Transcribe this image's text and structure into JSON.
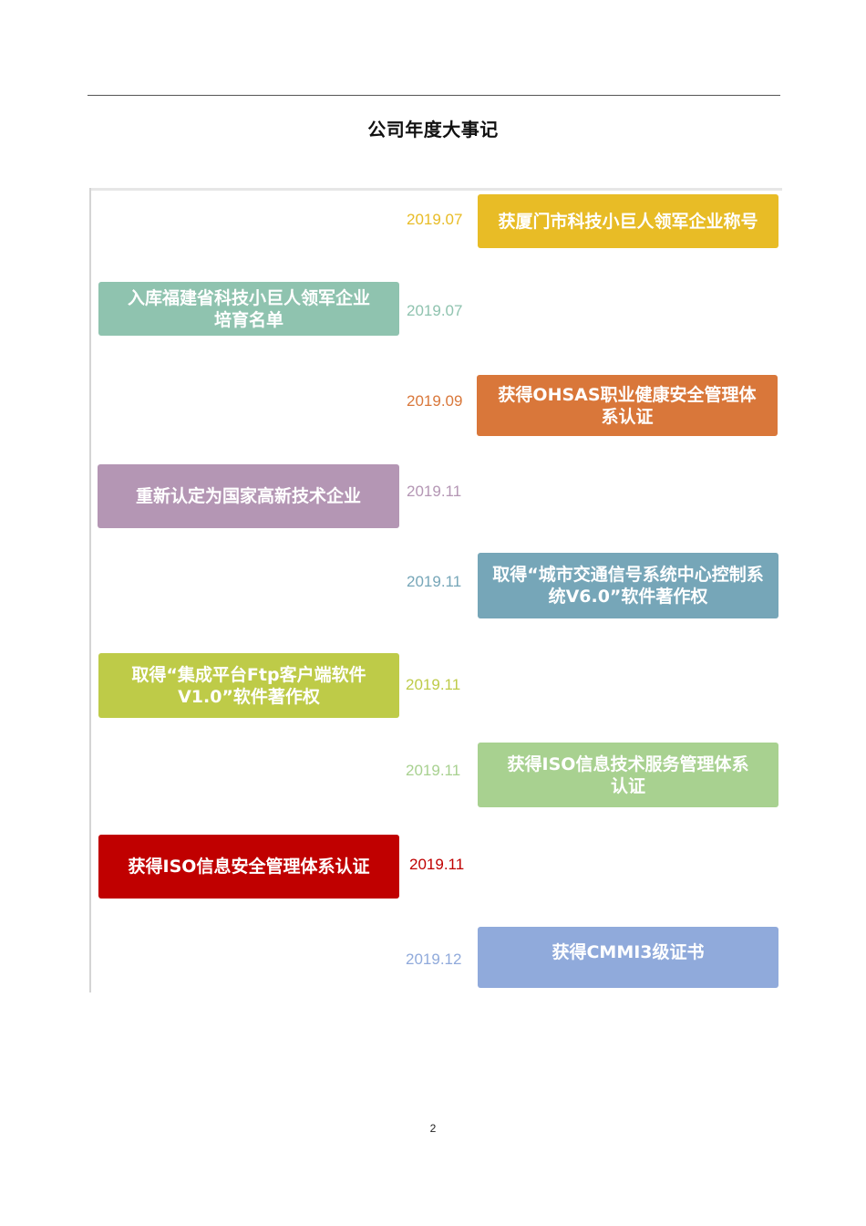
{
  "page": {
    "title": "公司年度大事记",
    "page_number": "2"
  },
  "timeline": {
    "events": [
      {
        "date": "2019.07",
        "text": "获厦门市科技小巨人领军企业称号",
        "side": "right",
        "color": "#E8BC26",
        "date_color": "#E8BC26"
      },
      {
        "date": "2019.07",
        "text": "入库福建省科技小巨人领军企业培育名单",
        "side": "left",
        "color": "#8FC3AF",
        "date_color": "#8FC3AF"
      },
      {
        "date": "2019.09",
        "text": "获得OHSAS职业健康安全管理体系认证",
        "side": "right",
        "color": "#D9773A",
        "date_color": "#D9773A"
      },
      {
        "date": "2019.11",
        "text": "重新认定为国家高新技术企业",
        "side": "left",
        "color": "#B496B4",
        "date_color": "#B496B4"
      },
      {
        "date": "2019.11",
        "text": "取得“城市交通信号系统中心控制系统V6.0”软件著作权",
        "side": "right",
        "color": "#76A6B8",
        "date_color": "#76A6B8"
      },
      {
        "date": "2019.11",
        "text": "取得“集成平台Ftp客户端软件V1.0”软件著作权",
        "side": "left",
        "color": "#BECB48",
        "date_color": "#BECB48"
      },
      {
        "date": "2019.11",
        "text": "获得ISO信息技术服务管理体系认证",
        "side": "right",
        "color": "#A8D190",
        "date_color": "#A8D190"
      },
      {
        "date": "2019.11",
        "text": "获得ISO信息安全管理体系认证",
        "side": "left",
        "color": "#C00000",
        "date_color": "#C00000"
      },
      {
        "date": "2019.12",
        "text": "获得CMMI3级证书",
        "side": "right",
        "color": "#90AADB",
        "date_color": "#90AADB"
      }
    ]
  }
}
